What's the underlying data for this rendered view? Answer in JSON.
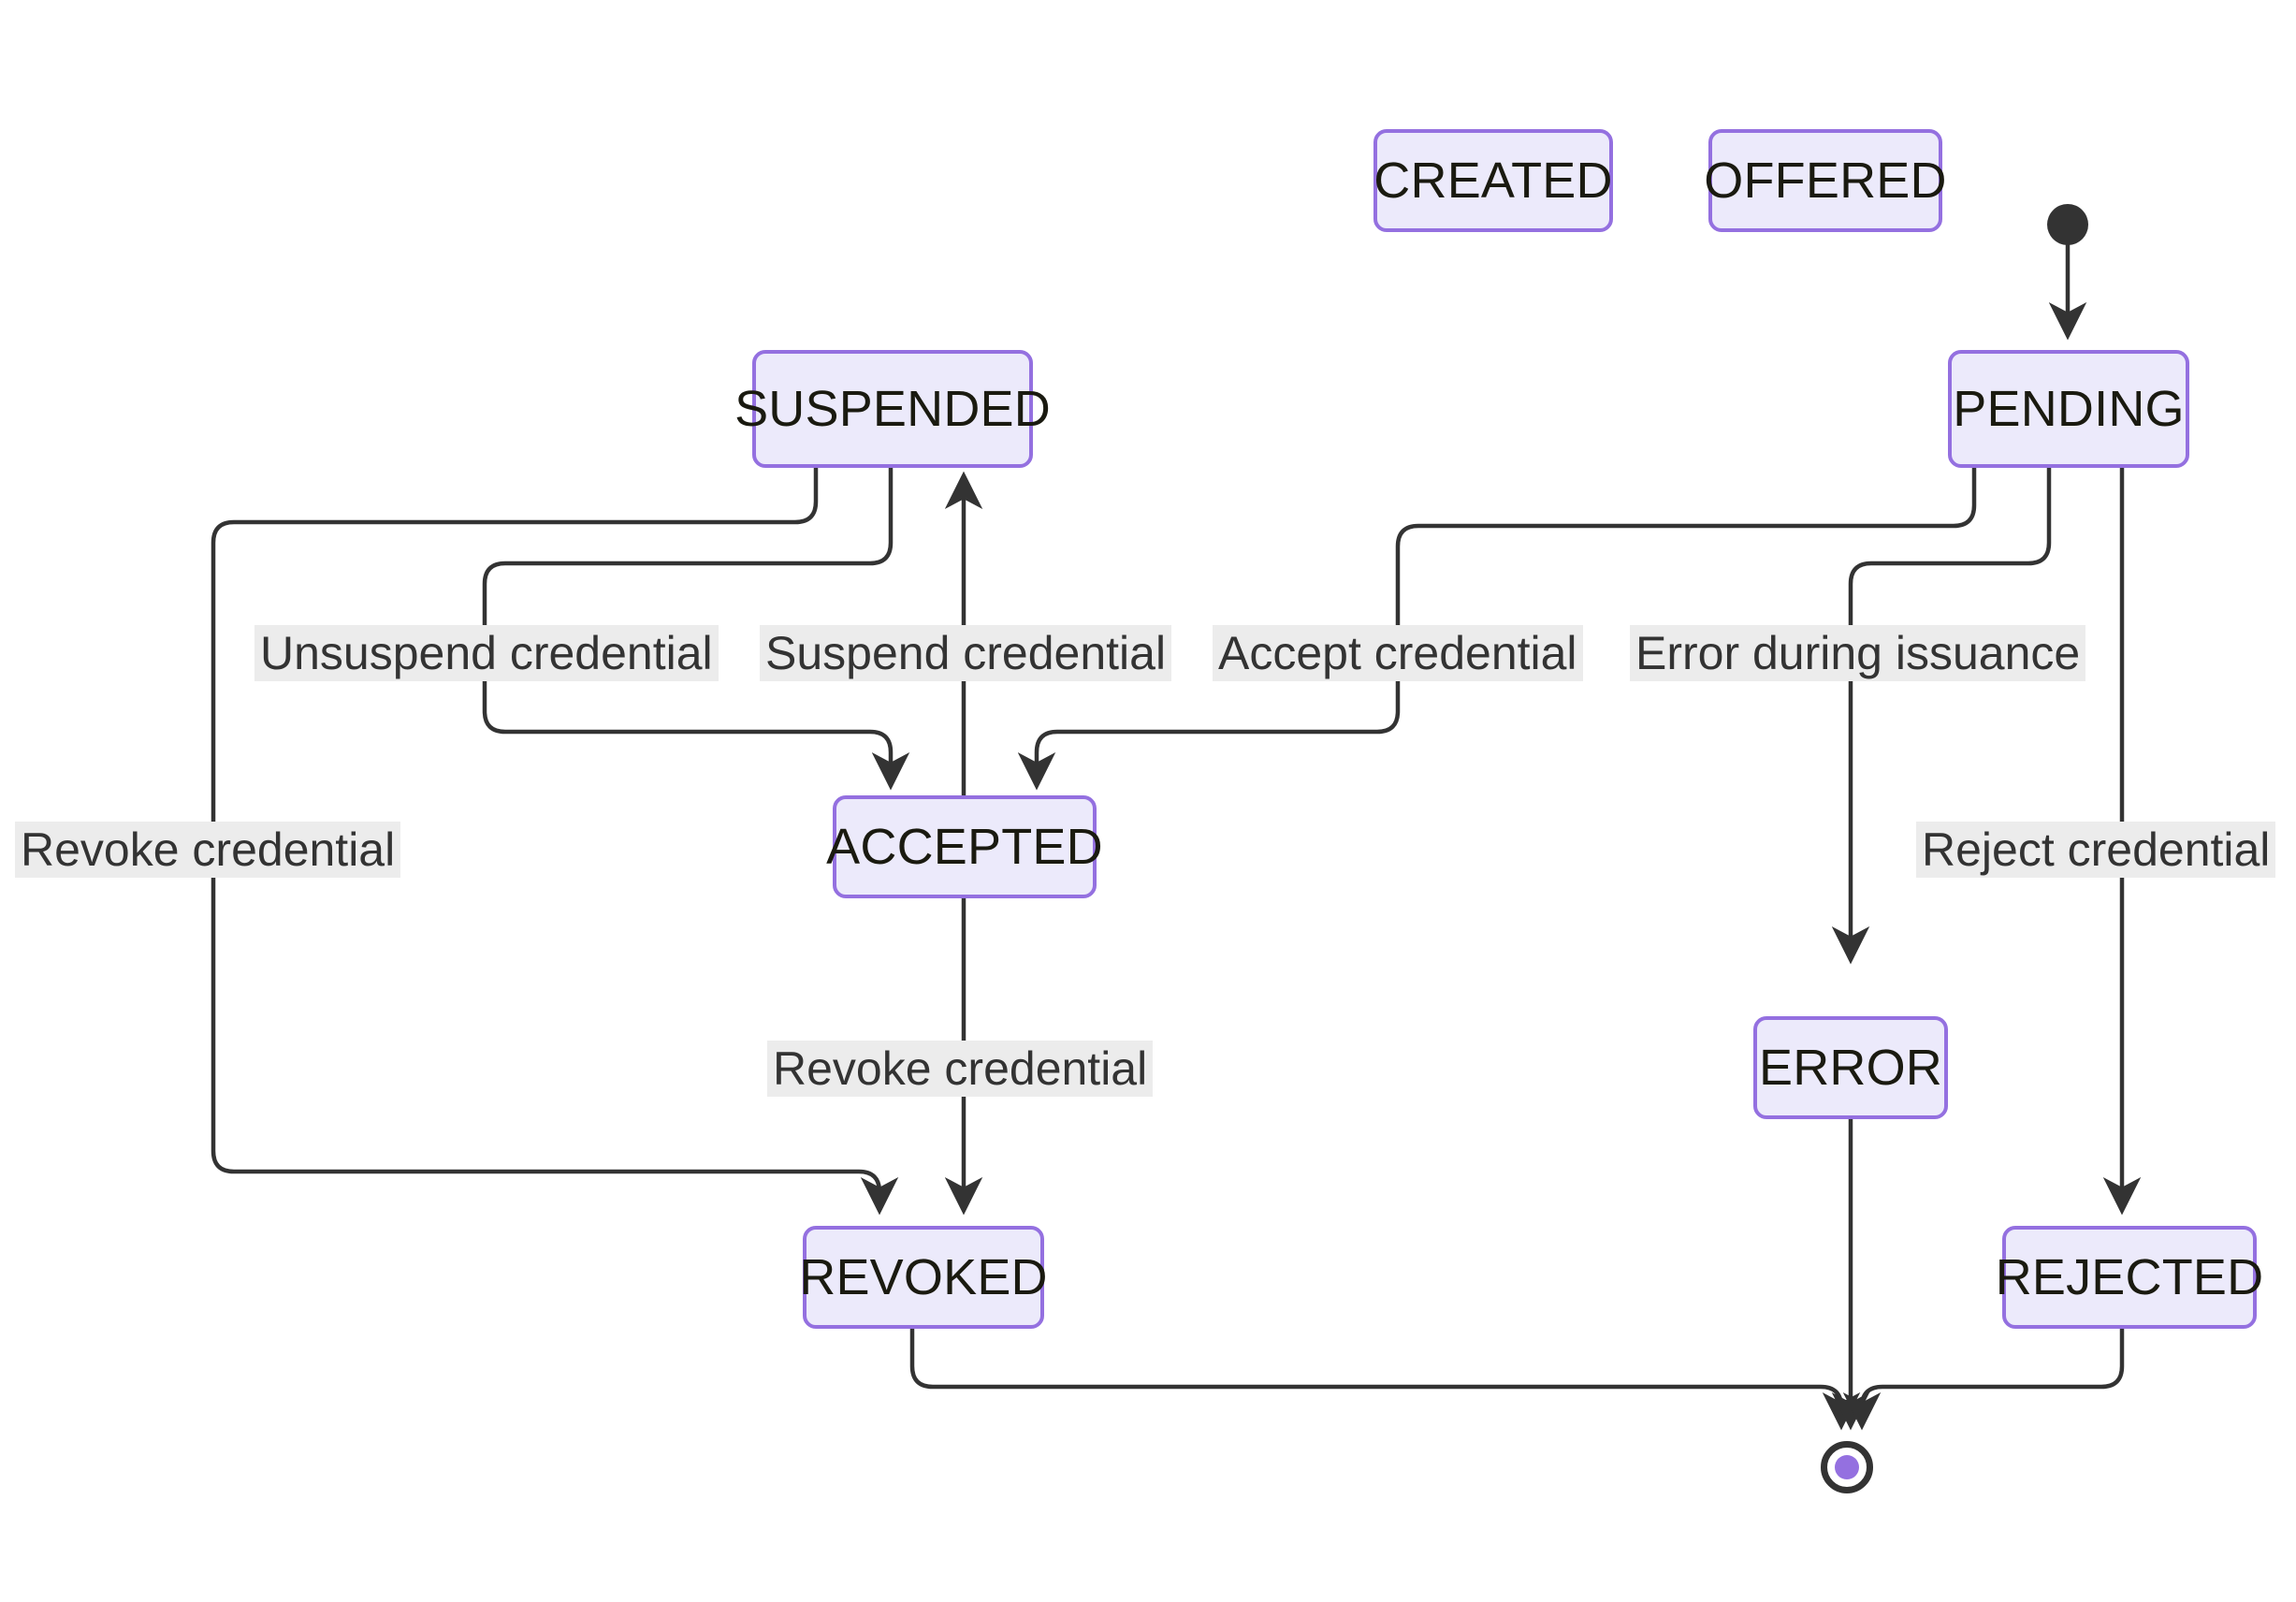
{
  "diagram": {
    "type": "state-machine",
    "title": "Credential lifecycle state diagram",
    "colors": {
      "node_fill": "#ECEAFB",
      "node_border": "#9470E0",
      "node_text": "#1a1a10",
      "edge": "#333333",
      "label_bg": "#ECECEC",
      "label_text": "#333333",
      "start_node": "#333333",
      "end_node_inner": "#9470E0",
      "background": "#FFFFFF"
    },
    "states": [
      {
        "id": "created",
        "label": "CREATED"
      },
      {
        "id": "offered",
        "label": "OFFERED"
      },
      {
        "id": "suspended",
        "label": "SUSPENDED"
      },
      {
        "id": "pending",
        "label": "PENDING"
      },
      {
        "id": "accepted",
        "label": "ACCEPTED"
      },
      {
        "id": "error",
        "label": "ERROR"
      },
      {
        "id": "revoked",
        "label": "REVOKED"
      },
      {
        "id": "rejected",
        "label": "REJECTED"
      }
    ],
    "pseudo_states": [
      {
        "id": "start",
        "kind": "initial"
      },
      {
        "id": "end",
        "kind": "final"
      }
    ],
    "transitions": [
      {
        "from": "start",
        "to": "pending",
        "label": ""
      },
      {
        "from": "suspended",
        "to": "revoked",
        "label": "Revoke credential"
      },
      {
        "from": "suspended",
        "to": "accepted",
        "label": "Unsuspend credential"
      },
      {
        "from": "accepted",
        "to": "suspended",
        "label": "Suspend credential"
      },
      {
        "from": "pending",
        "to": "accepted",
        "label": "Accept credential"
      },
      {
        "from": "pending",
        "to": "error",
        "label": "Error during issuance"
      },
      {
        "from": "pending",
        "to": "rejected",
        "label": "Reject credential"
      },
      {
        "from": "accepted",
        "to": "revoked",
        "label": "Revoke credential"
      },
      {
        "from": "revoked",
        "to": "end",
        "label": ""
      },
      {
        "from": "error",
        "to": "end",
        "label": ""
      },
      {
        "from": "rejected",
        "to": "end",
        "label": ""
      }
    ],
    "edge_labels": [
      {
        "id": "unsuspend-credential",
        "text": "Unsuspend credential"
      },
      {
        "id": "suspend-credential",
        "text": "Suspend credential"
      },
      {
        "id": "accept-credential",
        "text": "Accept credential"
      },
      {
        "id": "error-during-issuance",
        "text": "Error during issuance"
      },
      {
        "id": "revoke-credential-suspended",
        "text": "Revoke credential"
      },
      {
        "id": "reject-credential",
        "text": "Reject credential"
      },
      {
        "id": "revoke-credential-accepted",
        "text": "Revoke credential"
      }
    ]
  }
}
